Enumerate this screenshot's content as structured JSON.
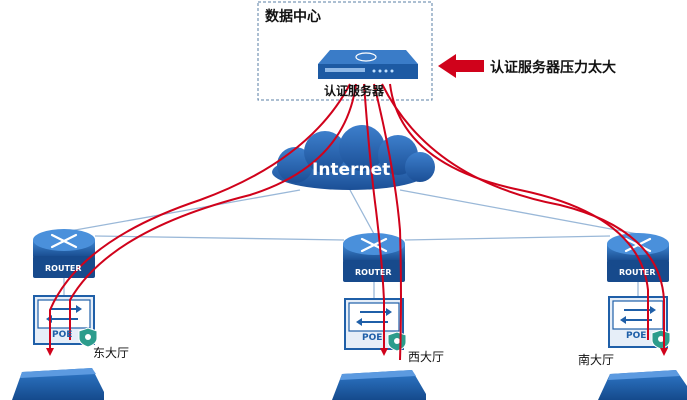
{
  "datacenter": {
    "title": "数据中心",
    "server_label": "认证服务器"
  },
  "callout": {
    "text": "认证服务器压力太大"
  },
  "cloud": {
    "label": "Internet"
  },
  "sites": [
    {
      "router_label": "ROUTER",
      "poe_label": "POE",
      "hall_label": "东大厅"
    },
    {
      "router_label": "ROUTER",
      "poe_label": "POE",
      "hall_label": "西大厅"
    },
    {
      "router_label": "ROUTER",
      "poe_label": "POE",
      "hall_label": "南大厅"
    }
  ],
  "colors": {
    "accent_red": "#d0021b",
    "device_blue": "#1f5fa8",
    "link_blue": "#9ab8d8",
    "frame": "#5a7fa6"
  }
}
